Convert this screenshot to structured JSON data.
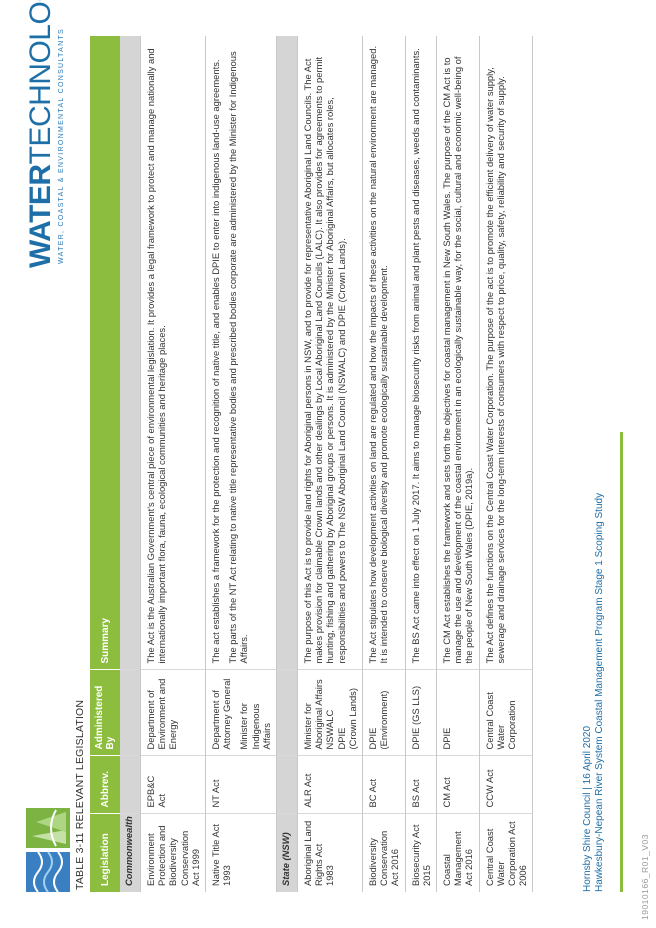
{
  "header": {
    "brand_word1": "WATER",
    "brand_word2": "TECHNOLOGY",
    "brand_sub": "WATER, COASTAL & ENVIRONMENTAL CONSULTANTS",
    "table_title": "TABLE 3-11  RELEVANT LEGISLATION"
  },
  "table": {
    "headers": [
      "Legislation",
      "Abbrev.",
      "Administered By",
      "Summary"
    ],
    "sections": [
      "Commonwealth",
      "State (NSW)"
    ],
    "rows": [
      {
        "legislation": "Environment Protection and Biodiversity Conservation Act 1999",
        "abbrev": "EPB&C Act",
        "administered": "Department of Environment and Energy",
        "summary": [
          "The Act is the Australian Government's central piece of environmental legislation. It provides a legal framework to protect and manage nationally and internationally important flora, fauna, ecological communities and heritage places."
        ]
      },
      {
        "legislation": "Native Title Act 1993",
        "abbrev": "NT Act",
        "administered": "Department of Attorney General",
        "administered2": "Minister for Indigenous Affairs",
        "summary": [
          "The act establishes a framework for the protection and recognition of native title, and enables DPIE to enter into indigenous land-use agreements.",
          "The parts of the NT Act relating to native title representative bodies and prescribed bodies corporate are administered by the Minister for Indigenous Affairs."
        ]
      },
      {
        "legislation": "Aboriginal Land Rights Act 1983",
        "abbrev": "ALR Act",
        "administered": "Minister for Aboriginal Affairs",
        "administered2": "NSWALC",
        "administered3": "DPIE",
        "administered4": "(Crown Lands)",
        "summary": [
          "The purpose of this Act is to provide land rights for Aboriginal persons in NSW, and to provide for representative Aboriginal Land Councils. The Act makes provision for claimable Crown lands and other dealings by Local Aboriginal Land Councils (LALC). It also provides for agreements to permit hunting, fishing and gathering by Aboriginal groups or persons. It is administered by the Minister for Aboriginal Affairs, but allocates roles, responsibilities and powers to The NSW Aboriginal Land Council (NSWALC) and DPIE (Crown Lands)."
        ]
      },
      {
        "legislation": "Biodiversity Conservation Act 2016",
        "abbrev": "BC Act",
        "administered": "DPIE (Environment)",
        "summary": [
          "The Act stipulates how development activities on land are regulated and how the impacts of these activities on the natural environment are managed. It is intended to conserve biological diversity and promote ecologically sustainable development."
        ]
      },
      {
        "legislation": "Biosecurity Act 2015",
        "abbrev": "BS Act",
        "administered": "DPIE (GS LLS)",
        "summary": [
          "The BS Act came into effect on 1 July 2017. It aims to manage biosecurity risks from animal and plant pests and diseases, weeds and contaminants."
        ]
      },
      {
        "legislation": "Coastal Management Act 2016",
        "abbrev": "CM Act",
        "administered": "DPIE",
        "summary": [
          "The CM Act establishes the framework and sets forth the objectives for coastal management in New South Wales. The purpose of the CM Act is to manage the use and development of the coastal environment in an ecologically sustainable way, for the social, cultural and economic well-being of the people of New South Wales (DPIE, 2019a)."
        ]
      },
      {
        "legislation": "Central Coast Water Corporation Act 2006",
        "abbrev": "CCW Act",
        "administered": "Central Coast Water Corporation",
        "summary": [
          "The Act defines the functions on the Central Coast Water Corporation. The purpose of the act is to promote the efficient delivery of water supply, sewerage and drainage services for the long-term interests of consumers with respect to price, quality, safety, reliability and security of supply."
        ]
      }
    ]
  },
  "footer": {
    "line1": "Hornsby Shire Council | 16 April 2020",
    "line2": "Hawkesbury-Nepean River System Coastal Management Program Stage 1 Scoping Study",
    "docref": "19010166_R01_V03"
  },
  "colors": {
    "header_green": "#8cbd3f",
    "brand_blue": "#1e6fa8",
    "section_grey": "#d5d5d5"
  }
}
